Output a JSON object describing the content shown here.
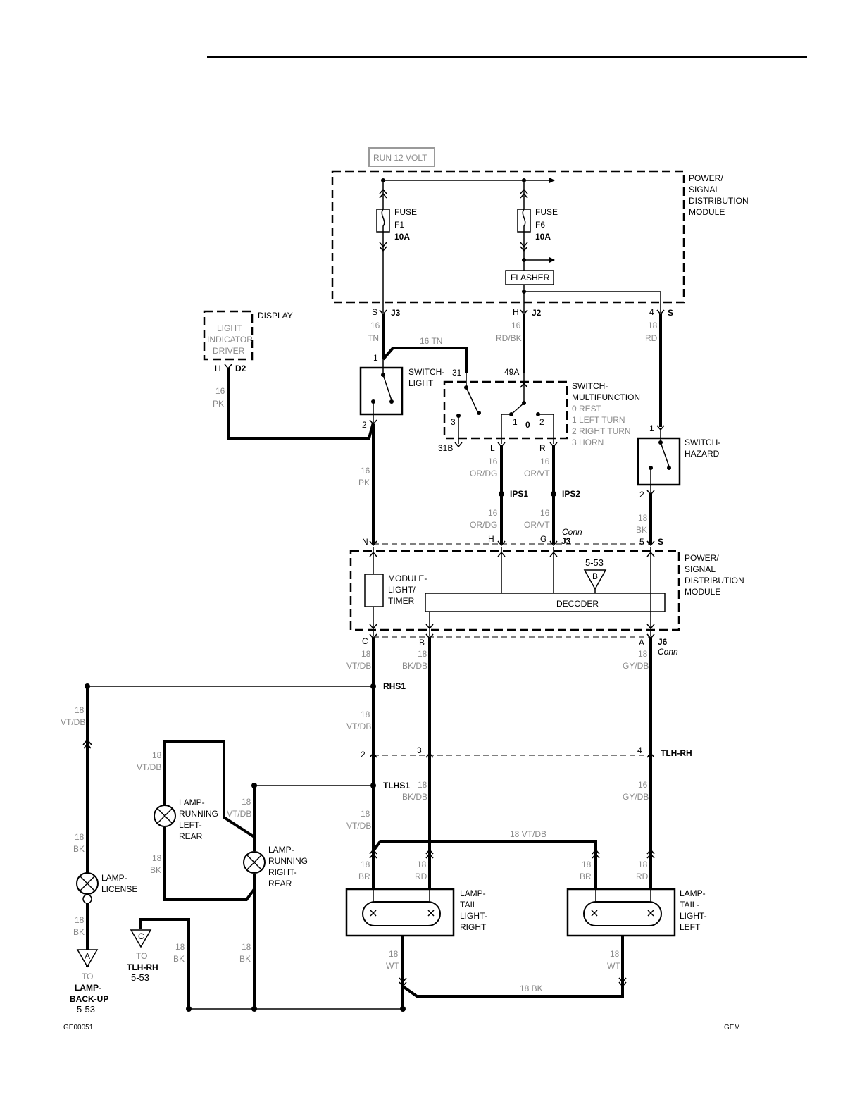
{
  "header": {
    "run_label": "RUN 12 VOLT"
  },
  "fuses": {
    "f1": {
      "l1": "FUSE",
      "l2": "F1",
      "l3": "10A"
    },
    "f6": {
      "l1": "FUSE",
      "l2": "F6",
      "l3": "10A"
    }
  },
  "modules": {
    "psdm_top": [
      "POWER/",
      "SIGNAL",
      "DISTRIBUTION",
      "MODULE"
    ],
    "psdm_bottom": [
      "POWER/",
      "SIGNAL",
      "DISTRIBUTION",
      "MODULE"
    ],
    "flasher": "FLASHER",
    "decoder": "DECODER",
    "light_timer": [
      "MODULE-",
      "LIGHT/",
      "TIMER"
    ],
    "display_title": "DISPLAY",
    "display_box": [
      "LIGHT",
      "INDICATOR",
      "DRIVER"
    ]
  },
  "switches": {
    "light": [
      "SWITCH-",
      "LIGHT"
    ],
    "multifunction": [
      "SWITCH-",
      "MULTIFUNCTION"
    ],
    "multifunction_positions": [
      "0 REST",
      "1 LEFT TURN",
      "2 RIGHT TURN",
      "3 HORN"
    ],
    "hazard": [
      "SWITCH-",
      "HAZARD"
    ]
  },
  "lamps": {
    "running_left": [
      "LAMP-",
      "RUNNING",
      "LEFT-",
      "REAR"
    ],
    "running_right": [
      "LAMP-",
      "RUNNING",
      "RIGHT-",
      "REAR"
    ],
    "license": [
      "LAMP-",
      "LICENSE"
    ],
    "tail_right": [
      "LAMP-",
      "TAIL",
      "LIGHT-",
      "RIGHT"
    ],
    "tail_left": [
      "LAMP-",
      "TAIL-",
      "LIGHT-",
      "LEFT"
    ]
  },
  "connectors": {
    "j3_top": "J3",
    "j2": "J2",
    "s_top": "S",
    "d2": "D2",
    "j3_bottom": "J3",
    "s_bottom": "S",
    "j6": "J6",
    "conn1": "Conn",
    "conn2": "Conn",
    "ips1": "IPS1",
    "ips2": "IPS2",
    "rhs1": "RHS1",
    "tlhs1": "TLHS1",
    "tlh_rh": "TLH-RH"
  },
  "pins": {
    "s": "S",
    "h_top": "H",
    "four": "4",
    "h_d2": "H",
    "p1_light": "1",
    "p2_light": "2",
    "p31": "31",
    "p49a": "49A",
    "p31b": "31B",
    "pl": "L",
    "pr": "R",
    "mf3": "3",
    "mf1": "1",
    "mf0": "0",
    "mf2": "2",
    "hz1": "1",
    "hz2": "2",
    "pn": "N",
    "ph_bottom": "H",
    "pg": "G",
    "p5": "5",
    "pc": "C",
    "pb": "B",
    "pa": "A",
    "sp2": "2",
    "sp3": "3",
    "sp4": "4"
  },
  "wires": {
    "w16tn_a": "16",
    "w16tn_b": "TN",
    "w16tn_h": "16 TN",
    "w16rdbk_a": "16",
    "w16rdbk_b": "RD/BK",
    "w18rd_a": "18",
    "w18rd_b": "RD",
    "w16pk1_a": "16",
    "w16pk1_b": "PK",
    "w16pk2_a": "16",
    "w16pk2_b": "PK",
    "ordg1_a": "16",
    "ordg1_b": "OR/DG",
    "orvt1_a": "16",
    "orvt1_b": "OR/VT",
    "ordg2_a": "16",
    "ordg2_b": "OR/DG",
    "orvt2_a": "16",
    "orvt2_b": "OR/VT",
    "bk_hz_a": "18",
    "bk_hz_b": "BK",
    "vtdb_c_a": "18",
    "vtdb_c_b": "VT/DB",
    "bkdb_b_a": "18",
    "bkdb_b_b": "BK/DB",
    "gydb_a_a": "18",
    "gydb_a_b": "GY/DB",
    "vtdb_left_a": "18",
    "vtdb_left_b": "VT/DB",
    "vtdb_mid_a": "18",
    "vtdb_mid_b": "VT/DB",
    "vtdb_rl_a": "18",
    "vtdb_rl_b": "VT/DB",
    "vtdb_rr_a": "18",
    "vtdb_rr_b": "VT/DB",
    "bkdb_2_a": "18",
    "bkdb_2_b": "BK/DB",
    "gydb_2_a": "16",
    "gydb_2_b": "GY/DB",
    "vtdb_3_a": "18",
    "vtdb_3_b": "VT/DB",
    "vtdb_h": "18 VT/DB",
    "bk_lic_a": "18",
    "bk_lic_b": "BK",
    "bk_lic2_a": "18",
    "bk_lic2_b": "BK",
    "bk_rl_a": "18",
    "bk_rl_b": "BK",
    "br_tr_a": "18",
    "br_tr_b": "BR",
    "rd_tr_a": "18",
    "rd_tr_b": "RD",
    "br_tl_a": "18",
    "br_tl_b": "BR",
    "rd_tl_a": "18",
    "rd_tl_b": "RD",
    "wt_r_a": "18",
    "wt_r_b": "WT",
    "wt_l_a": "18",
    "wt_l_b": "WT",
    "bk_h": "18 BK",
    "bk_c_a": "18",
    "bk_c_b": "BK",
    "bk_rr_a": "18",
    "bk_rr_b": "BK"
  },
  "refs": {
    "b_page": "5-53",
    "b_letter": "B",
    "a_letter": "A",
    "a_to": "TO",
    "a_1": "LAMP-",
    "a_2": "BACK-UP",
    "a_page": "5-53",
    "c_letter": "C",
    "c_to": "TO",
    "c_1": "TLH-RH",
    "c_page": "5-53"
  },
  "footer": {
    "left": "GE00051",
    "right": "GEM"
  }
}
